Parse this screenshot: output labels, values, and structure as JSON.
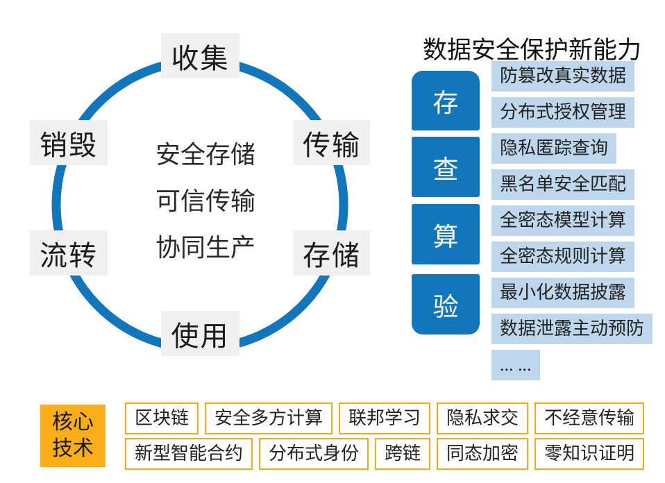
{
  "colors": {
    "blue": "#1276BD",
    "lightblue": "#BED7EC",
    "gray": "#F0F0F0",
    "orange": "#F8A81C",
    "orangefill": "#FBAE17"
  },
  "cycle": {
    "stages": [
      "收集",
      "传输",
      "存储",
      "使用",
      "流转",
      "销毁"
    ],
    "center_lines": [
      "安全存储",
      "可信传输",
      "协同生产"
    ]
  },
  "right_panel": {
    "title": "数据安全保护新能力",
    "categories": [
      "存",
      "查",
      "算",
      "验"
    ],
    "items": [
      "防篡改真实数据",
      "分布式授权管理",
      "隐私匿踪查询",
      "黑名单安全匹配",
      "全密态模型计算",
      "全密态规则计算",
      "最小化数据披露",
      "数据泄露主动预防",
      "... ..."
    ]
  },
  "core_tech": {
    "label_line1": "核心",
    "label_line2": "技术",
    "row1": [
      "区块链",
      "安全多方计算",
      "联邦学习",
      "隐私求交",
      "不经意传输"
    ],
    "row2": [
      "新型智能合约",
      "分布式身份",
      "跨链",
      "同态加密",
      "零知识证明"
    ]
  }
}
